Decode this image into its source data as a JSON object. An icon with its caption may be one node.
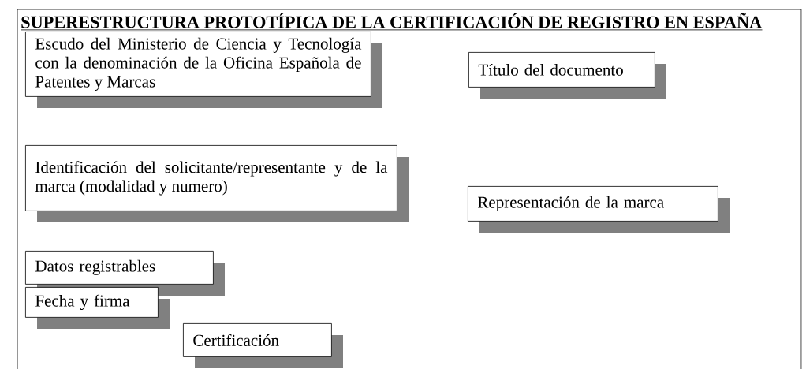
{
  "diagram": {
    "title": "SUPERESTRUCTURA PROTOTÍPICA DE LA CERTIFICACIÓN DE REGISTRO EN ESPAÑA",
    "nodes": [
      {
        "text": [
          "Escudo del Ministerio de Ciencia y Tecnología con la denominación de la Oficina Española de Patentes y Marcas"
        ]
      },
      {
        "text": [
          "Título del documento"
        ]
      },
      {
        "text": [
          "Identificación del solicitante/representante y de la marca (modalidad y numero)"
        ]
      },
      {
        "text": [
          "Representación de la marca"
        ]
      },
      {
        "text": [
          "Datos registrables"
        ]
      },
      {
        "text": [
          "Fecha y firma"
        ]
      },
      {
        "text": [
          "Certificación"
        ]
      }
    ]
  }
}
